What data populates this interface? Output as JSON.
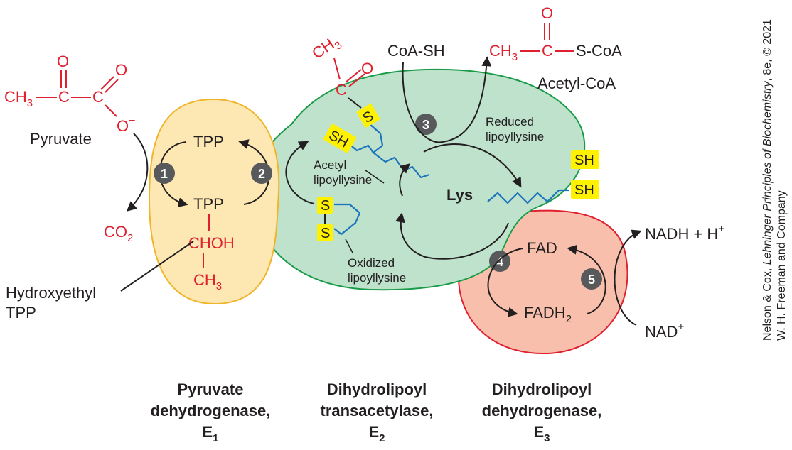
{
  "colors": {
    "e1_fill": "#fde8b4",
    "e1_stroke": "#f0b429",
    "e2_fill": "#bfe2cc",
    "e2_stroke": "#1a9b48",
    "e3_fill": "#f8c0ac",
    "e3_stroke": "#e0202e",
    "chain": "#1c75bc",
    "highlight": "#fff200",
    "red": "#e0202e"
  },
  "pyruvate": {
    "o_top": "O",
    "o_right": "O",
    "o_minus": "O",
    "minus": "−",
    "ch3": "CH",
    "ch3_sub": "3",
    "c1": "C",
    "c2": "C",
    "label": "Pyruvate"
  },
  "co2": {
    "text": "CO",
    "sub": "2"
  },
  "hydroxyethyl": {
    "line1": "Hydroxyethyl",
    "line2": "TPP"
  },
  "e1": {
    "tpp_top": "TPP",
    "tpp_bottom": "TPP",
    "chohc": "CHOH",
    "ch3": "CH",
    "ch3_sub": "3"
  },
  "steps": [
    "1",
    "2",
    "3",
    "4",
    "5"
  ],
  "acetyl_group": {
    "ch3": "CH",
    "ch3_sub": "3",
    "c": "C",
    "o": "O"
  },
  "lipoyl": {
    "s": "S",
    "sh": "SH",
    "acetyl_label1": "Acetyl",
    "acetyl_label2": "lipoyllysine",
    "oxidized_label1": "Oxidized",
    "oxidized_label2": "lipoyllysine",
    "reduced_label1": "Reduced",
    "reduced_label2": "lipoyllysine",
    "lys": "Lys"
  },
  "coash": "CoA-SH",
  "acetyl_coa": {
    "ch3": "CH",
    "ch3_sub": "3",
    "c": "C",
    "o": "O",
    "scoa": "S-CoA",
    "label": "Acetyl-CoA"
  },
  "e3": {
    "fad": "FAD",
    "fadh2": "FADH",
    "fadh2_sub": "2",
    "nadh": "NADH + H",
    "nadh_sup": "+",
    "nad": "NAD",
    "nad_sup": "+"
  },
  "enzyme_labels": {
    "e1": {
      "line1": "Pyruvate",
      "line2": "dehydrogenase,",
      "line3": "E",
      "sub": "1"
    },
    "e2": {
      "line1": "Dihydrolipoyl",
      "line2": "transacetylase,",
      "line3": "E",
      "sub": "2"
    },
    "e3": {
      "line1": "Dihydrolipoyl",
      "line2": "dehydrogenase,",
      "line3": "E",
      "sub": "3"
    }
  },
  "credit": {
    "line1_a": "Nelson & Cox, ",
    "line1_b": "Lehninger Principles of Biochemistry",
    "line1_c": ", 8e, © 2021",
    "line2": "W. H. Freeman and Company"
  }
}
